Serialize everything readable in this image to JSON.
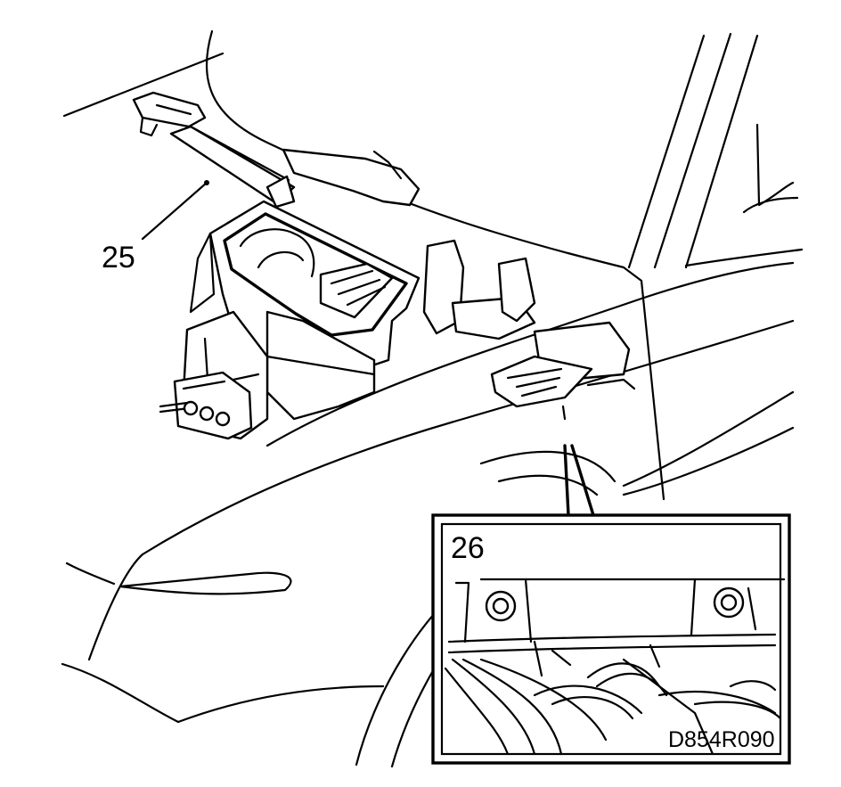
{
  "labels": {
    "callout_25": "25",
    "callout_26": "26",
    "figure_ref": "D854R090"
  },
  "colors": {
    "ink": "#000000",
    "paper": "#ffffff"
  }
}
